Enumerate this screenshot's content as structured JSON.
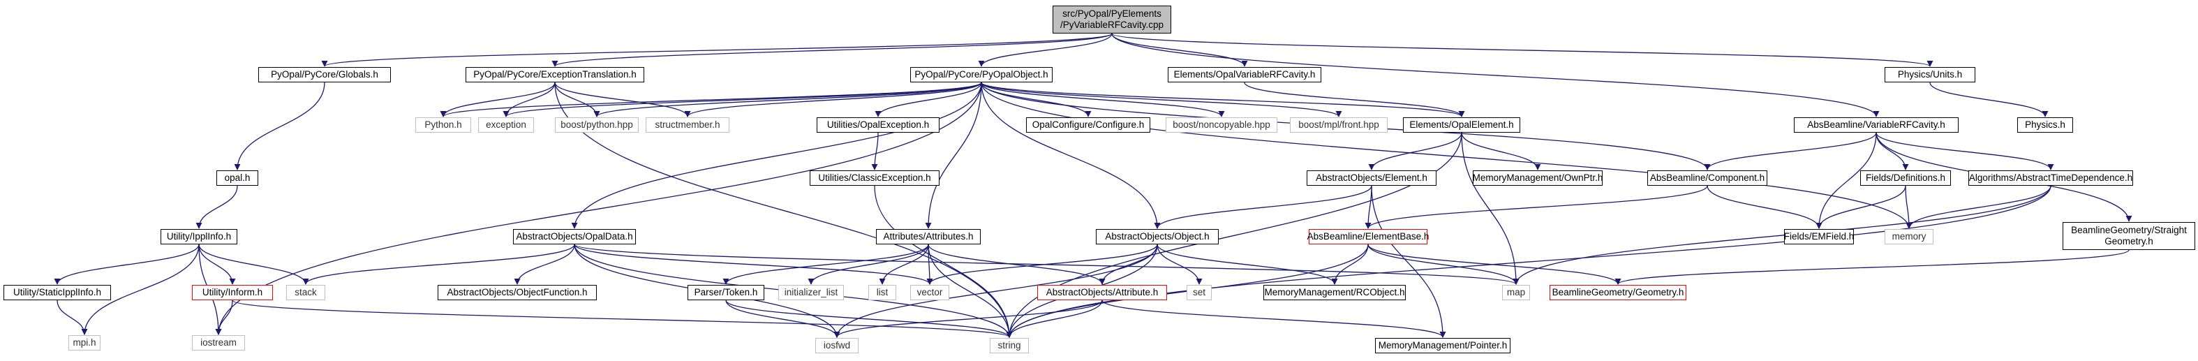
{
  "colors": {
    "edge": "#191970",
    "root_fill": "#bfbfbf",
    "external_border": "#bfbfbf",
    "truncated_border": "#ff0000"
  },
  "nodes": {
    "root": [
      "src/PyOpal/PyElements",
      "/PyVariableRFCavity.cpp"
    ],
    "globals": [
      "PyOpal/PyCore/Globals.h"
    ],
    "exc_translation": [
      "PyOpal/PyCore/ExceptionTranslation.h"
    ],
    "pyopal_object": [
      "PyOpal/PyCore/PyOpalObject.h"
    ],
    "opal_var_rf": [
      "Elements/OpalVariableRFCavity.h"
    ],
    "units": [
      "Physics/Units.h"
    ],
    "python_h": [
      "Python.h"
    ],
    "exception": [
      "exception"
    ],
    "boost_python": [
      "boost/python.hpp"
    ],
    "structmember": [
      "structmember.h"
    ],
    "opal_exception": [
      "Utilities/OpalException.h"
    ],
    "opal_configure": [
      "OpalConfigure/Configure.h"
    ],
    "boost_noncopyable": [
      "boost/noncopyable.hpp"
    ],
    "boost_mpl": [
      "boost/mpl/front.hpp"
    ],
    "opal_element": [
      "Elements/OpalElement.h"
    ],
    "abs_var_rf": [
      "AbsBeamline/VariableRFCavity.h"
    ],
    "physics": [
      "Physics.h"
    ],
    "opal_h": [
      "opal.h"
    ],
    "classic_exception": [
      "Utilities/ClassicException.h"
    ],
    "ao_element": [
      "AbstractObjects/Element.h"
    ],
    "ownptr": [
      "MemoryManagement/OwnPtr.h"
    ],
    "component": [
      "AbsBeamline/Component.h"
    ],
    "fields_def": [
      "Fields/Definitions.h"
    ],
    "abstract_time": [
      "Algorithms/AbstractTimeDependence.h"
    ],
    "memory": [
      "memory"
    ],
    "ippl_info": [
      "Utility/IpplInfo.h"
    ],
    "attributes": [
      "Attributes/Attributes.h"
    ],
    "ao_object": [
      "AbstractObjects/Object.h"
    ],
    "element_base": [
      "AbsBeamline/ElementBase.h"
    ],
    "opal_data": [
      "AbstractObjects/OpalData.h"
    ],
    "emfield": [
      "Fields/EMField.h"
    ],
    "straight_geom": [
      "BeamlineGeometry/Straight",
      "Geometry.h"
    ],
    "static_ippl": [
      "Utility/StaticIpplInfo.h"
    ],
    "inform": [
      "Utility/Inform.h"
    ],
    "stack": [
      "stack"
    ],
    "object_function": [
      "AbstractObjects/ObjectFunction.h"
    ],
    "parser_token": [
      "Parser/Token.h"
    ],
    "initializer_list": [
      "initializer_list"
    ],
    "list": [
      "list"
    ],
    "vector": [
      "vector"
    ],
    "ao_attribute": [
      "AbstractObjects/Attribute.h"
    ],
    "set": [
      "set"
    ],
    "rcobject": [
      "MemoryManagement/RCObject.h"
    ],
    "map": [
      "map"
    ],
    "geometry": [
      "BeamlineGeometry/Geometry.h"
    ],
    "mpi": [
      "mpi.h"
    ],
    "iostream": [
      "iostream"
    ],
    "iosfwd": [
      "iosfwd"
    ],
    "string": [
      "string"
    ],
    "pointer": [
      "MemoryManagement/Pointer.h"
    ]
  }
}
